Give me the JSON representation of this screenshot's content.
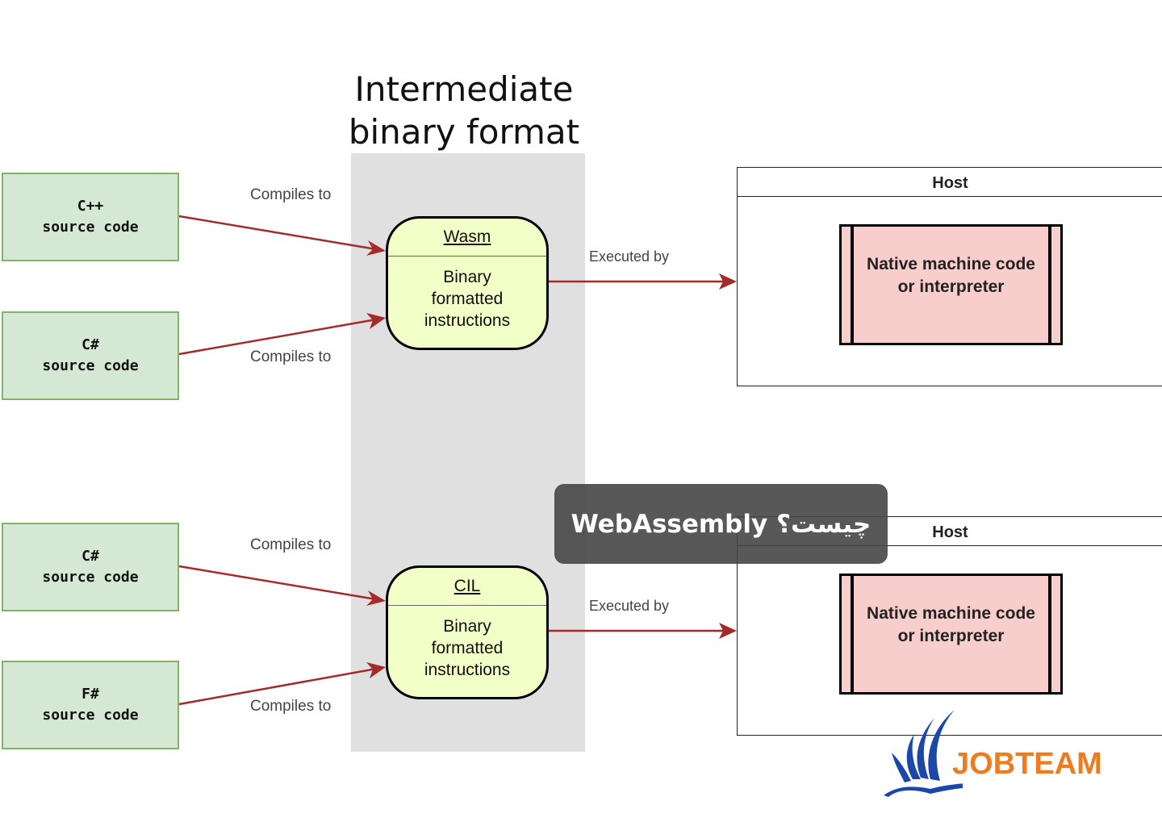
{
  "title": [
    "Intermediate",
    "binary format"
  ],
  "sources": [
    {
      "lang": "C++",
      "text": "source code"
    },
    {
      "lang": "C#",
      "text": "source code"
    },
    {
      "lang": "C#",
      "text": "source code"
    },
    {
      "lang": "F#",
      "text": "source code"
    }
  ],
  "edge_labels": {
    "compiles": "Compiles to",
    "executed": "Executed by"
  },
  "nodes": [
    {
      "header": "Wasm",
      "body": [
        "Binary",
        "formatted",
        "instructions"
      ]
    },
    {
      "header": "CIL",
      "body": [
        "Binary",
        "formatted",
        "instructions"
      ]
    }
  ],
  "hosts": [
    {
      "title": "Host",
      "native": [
        "Native machine code",
        "or interpreter"
      ]
    },
    {
      "title": "Host",
      "native": [
        "Native machine code",
        "or interpreter"
      ]
    }
  ],
  "overlay": "WebAssembly چیست؟",
  "logo": "JOBTEAM",
  "colors": {
    "arrow": "#a52a2a",
    "source_fill": "#d5e8d4",
    "node_fill": "#f2ffc6",
    "native_fill": "#f8cecc",
    "logo_blue": "#1a47a8",
    "logo_orange": "#f07b1e"
  }
}
